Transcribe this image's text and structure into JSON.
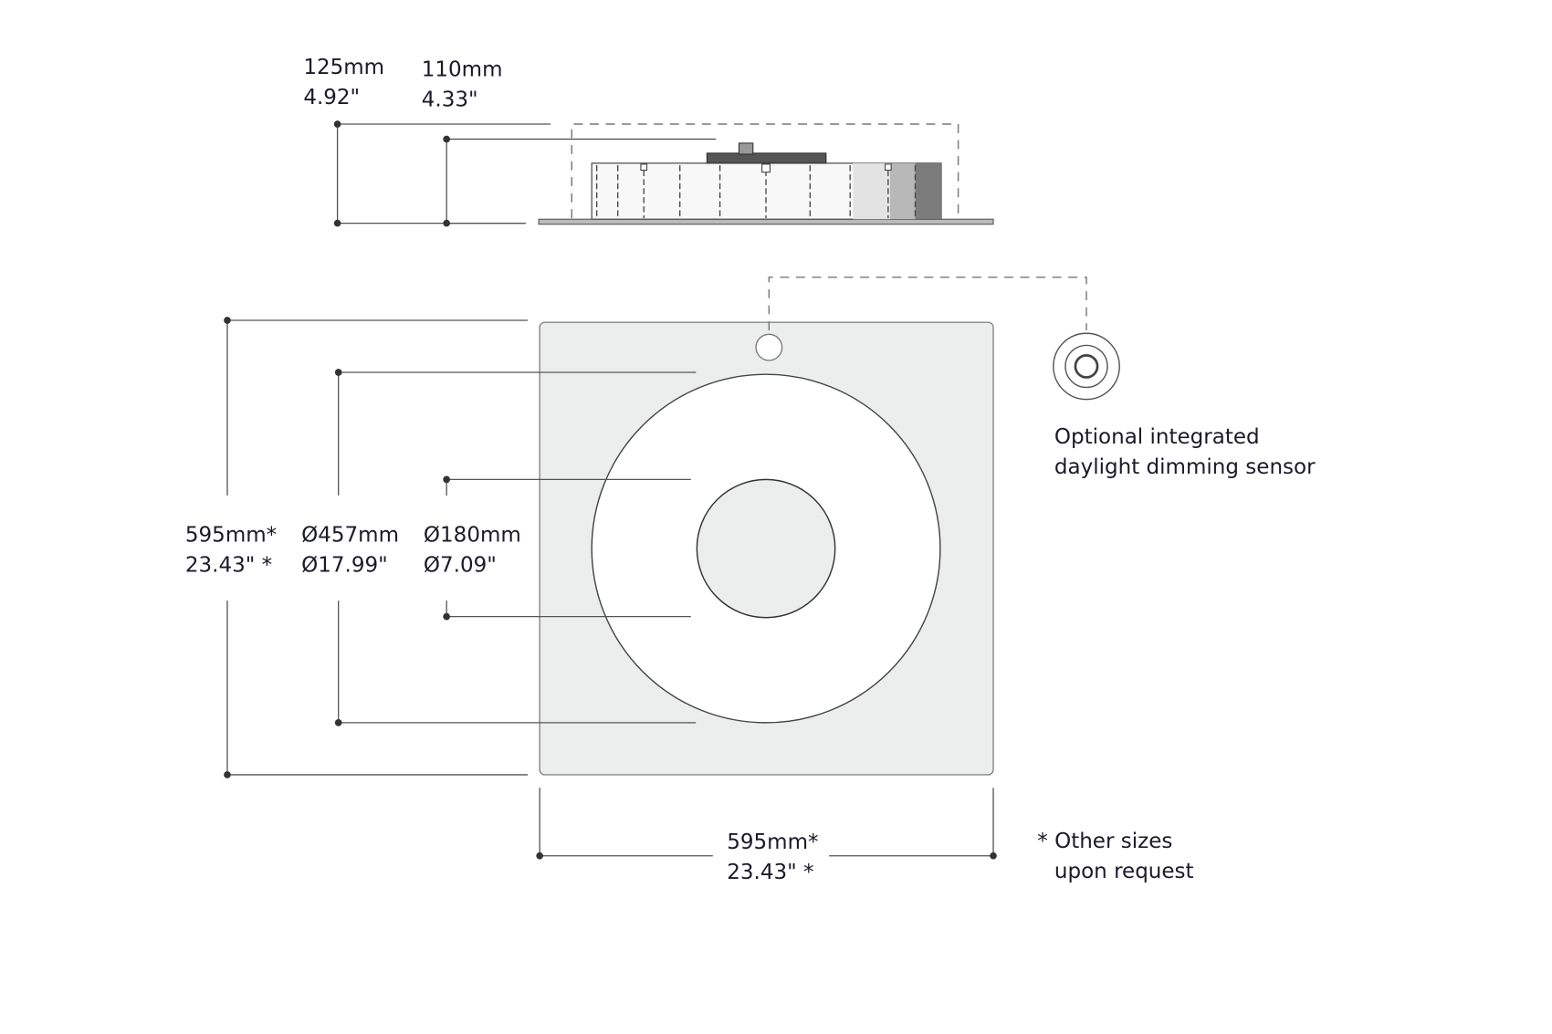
{
  "side_view": {
    "height_total": {
      "mm": "125mm",
      "in": "4.92\""
    },
    "height_body": {
      "mm": "110mm",
      "in": "4.33\""
    }
  },
  "plan_view": {
    "width_left": {
      "mm": "595mm*",
      "in": "23.43\" *"
    },
    "outer_diameter": {
      "mm": "Ø457mm",
      "in": "Ø17.99\""
    },
    "inner_diameter": {
      "mm": "Ø180mm",
      "in": "Ø7.09\""
    },
    "width_bottom": {
      "mm": "595mm*",
      "in": "23.43\" *"
    }
  },
  "sensor": {
    "line1": "Optional integrated",
    "line2": "daylight dimming sensor"
  },
  "note": {
    "line1": "* Other sizes",
    "line2": "upon request"
  },
  "colors": {
    "panel": "#eceeee",
    "text": "#1b1b28"
  }
}
